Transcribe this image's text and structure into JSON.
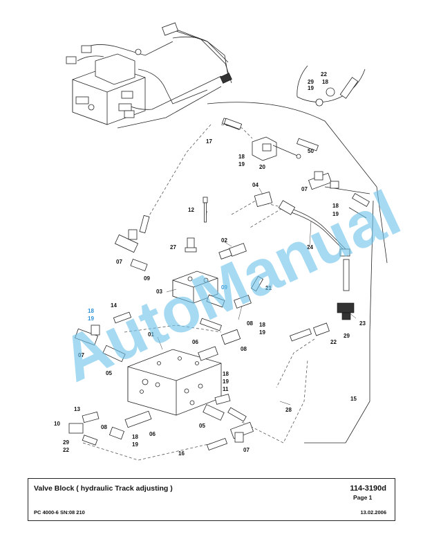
{
  "title_block": {
    "title": "Valve Block ( hydraulic Track adjusting )",
    "drawing_number": "114-3190d",
    "page": "Page 1",
    "model": "PC 4000-6 SN:08 210",
    "date": "13.02.2006"
  },
  "watermark": "AutoManual",
  "callouts": {
    "c01": "01",
    "c02": "02",
    "c03": "03",
    "c04": "04",
    "c05a": "05",
    "c05b": "05",
    "c06a": "06",
    "c06b": "06",
    "c07a": "07",
    "c07b": "07",
    "c07c": "07",
    "c07d": "07",
    "c08a": "08",
    "c08b": "08",
    "c08c": "08",
    "c09a": "09",
    "c09b": "09",
    "c10": "10",
    "c11": "11",
    "c12": "12",
    "c13": "13",
    "c14": "14",
    "c15": "15",
    "c16": "16",
    "c17": "17",
    "c18a": "18",
    "c19a": "19",
    "c18b": "18",
    "c19b": "19",
    "c18c": "18",
    "c19c": "19",
    "c18d": "18",
    "c19d": "19",
    "c18e": "18",
    "c19e": "19",
    "c18f": "18",
    "c19f": "19",
    "c18g": "18",
    "c19g": "19",
    "c20": "20",
    "c21": "21",
    "c22a": "22",
    "c22b": "22",
    "c22c": "22",
    "c23": "23",
    "c24": "24",
    "c27": "27",
    "c28": "28",
    "c29a": "29",
    "c29b": "29",
    "c29c": "29",
    "c50": "50"
  }
}
